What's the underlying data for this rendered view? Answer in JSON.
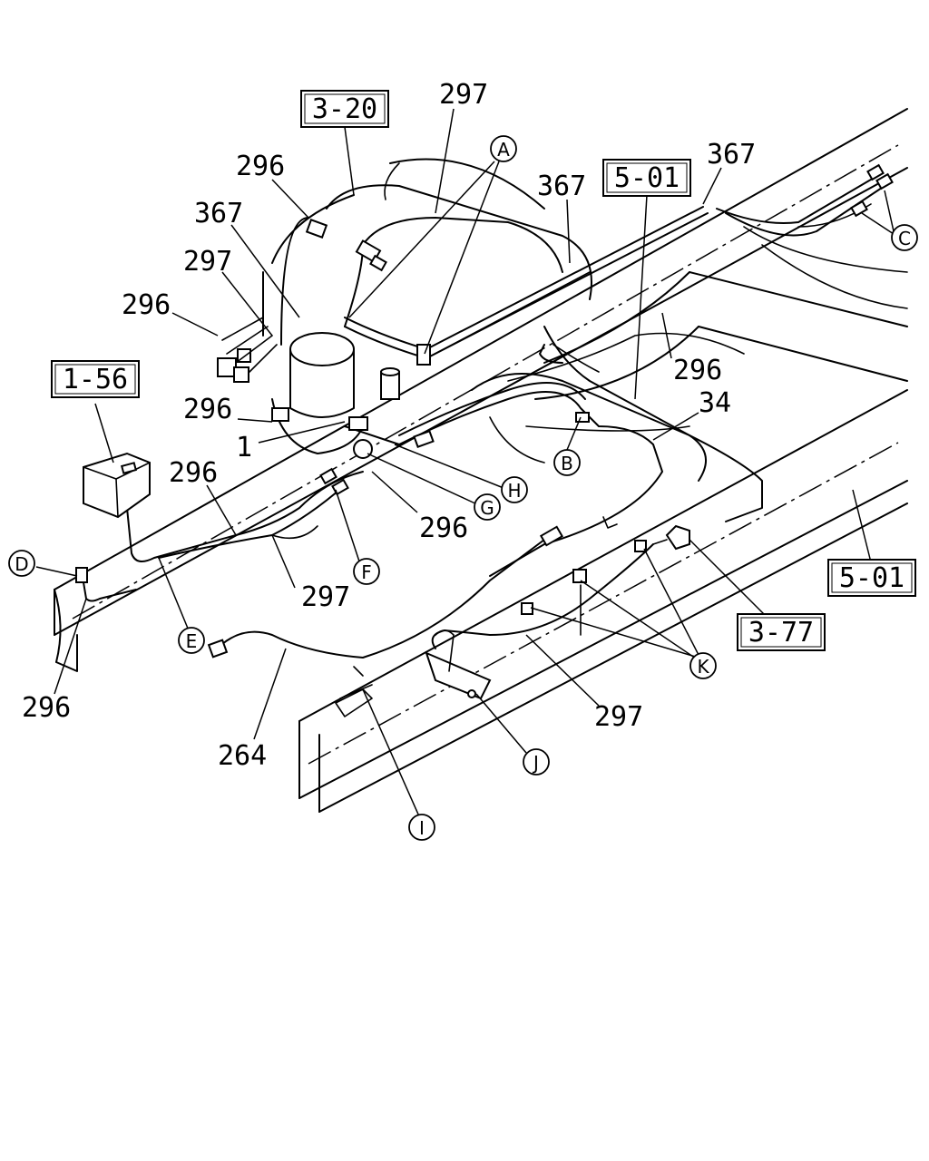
{
  "diagram": {
    "reference_boxes": [
      {
        "id": "ref-3-20",
        "text": "3-20"
      },
      {
        "id": "ref-5-01-top",
        "text": "5-01"
      },
      {
        "id": "ref-1-56",
        "text": "1-56"
      },
      {
        "id": "ref-5-01-right",
        "text": "5-01"
      },
      {
        "id": "ref-3-77",
        "text": "3-77"
      }
    ],
    "part_numbers": [
      {
        "id": "pn-297-top",
        "text": "297"
      },
      {
        "id": "pn-296-a",
        "text": "296"
      },
      {
        "id": "pn-367-a",
        "text": "367"
      },
      {
        "id": "pn-297-b",
        "text": "297"
      },
      {
        "id": "pn-296-b",
        "text": "296"
      },
      {
        "id": "pn-367-b",
        "text": "367"
      },
      {
        "id": "pn-367-c",
        "text": "367"
      },
      {
        "id": "pn-296-c",
        "text": "296"
      },
      {
        "id": "pn-34",
        "text": "34"
      },
      {
        "id": "pn-296-d",
        "text": "296"
      },
      {
        "id": "pn-1",
        "text": "1"
      },
      {
        "id": "pn-296-e",
        "text": "296"
      },
      {
        "id": "pn-296-f",
        "text": "296"
      },
      {
        "id": "pn-297-c",
        "text": "297"
      },
      {
        "id": "pn-296-g",
        "text": "296"
      },
      {
        "id": "pn-264",
        "text": "264"
      },
      {
        "id": "pn-297-d",
        "text": "297"
      }
    ],
    "callouts": [
      "A",
      "B",
      "C",
      "D",
      "E",
      "F",
      "G",
      "H",
      "I",
      "J",
      "K"
    ]
  }
}
